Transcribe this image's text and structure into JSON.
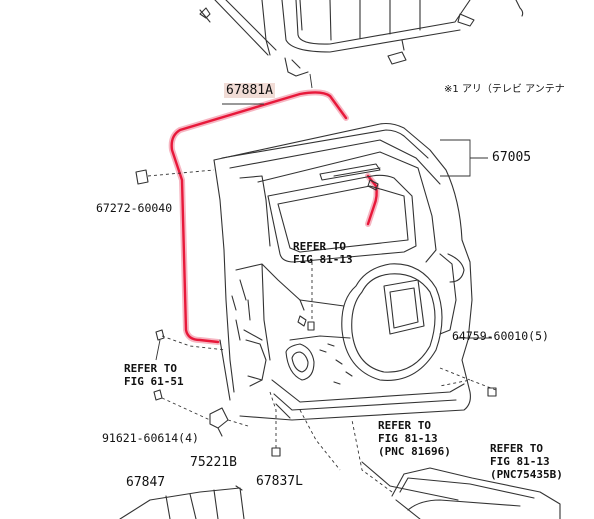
{
  "note": {
    "marker": "※1",
    "text": "アリ（テレビ アンテナ"
  },
  "parts": {
    "p67881A": "67881A",
    "p67005": "67005",
    "p67272": "67272-60040",
    "p64759": "64759-60010(5)",
    "p91621": "91621-60614(4)",
    "p75221B": "75221B",
    "p67837L": "67837L",
    "p67847": "67847"
  },
  "refs": {
    "r8113_top": {
      "l1": "REFER TO",
      "l2": "FIG 81-13"
    },
    "r6151": {
      "l1": "REFER TO",
      "l2": "FIG 61-51"
    },
    "r8113_a": {
      "l1": "REFER TO",
      "l2": "FIG 81-13",
      "l3": "(PNC 81696)"
    },
    "r8113_b": {
      "l1": "REFER TO",
      "l2": "FIG 81-13",
      "l3": "(PNC75435B)"
    }
  },
  "colors": {
    "line": "#333333",
    "highlight_stroke": "#e8183a",
    "highlight_glow": "#f6b6c2",
    "label_highlight_bg": "#f1dcd6"
  }
}
